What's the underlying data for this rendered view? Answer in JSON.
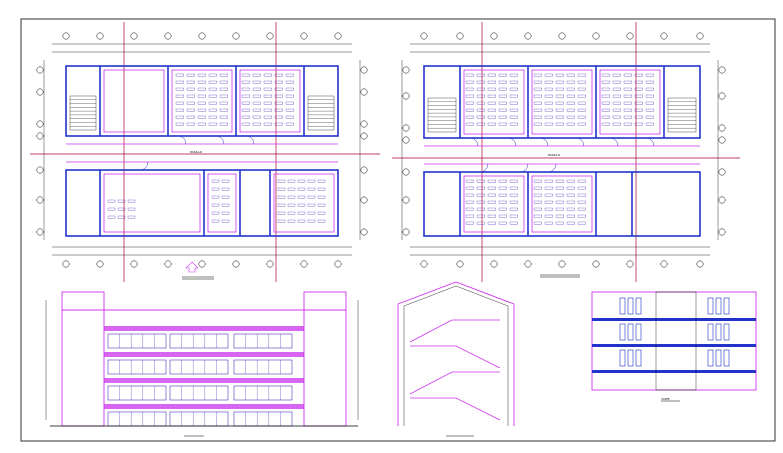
{
  "drawing": {
    "plan_left": {
      "corridor_label": "PASILLO"
    },
    "plan_right": {
      "corridor_label": "PASILLO"
    },
    "section": {
      "label": "CORTE"
    },
    "colors": {
      "wall": "#2233cc",
      "accent": "#cc33ee",
      "axis": "#aa0033",
      "line": "#000000",
      "furniture": "#5533bb",
      "background": "#ffffff"
    }
  }
}
